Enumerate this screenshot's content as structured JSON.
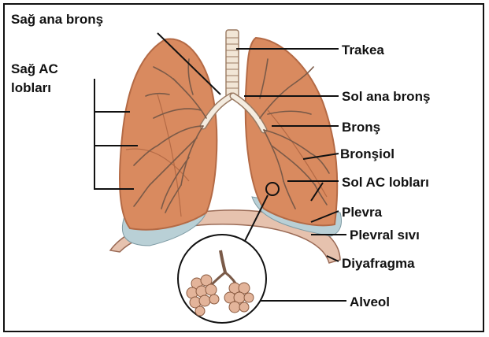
{
  "figure": {
    "labels": {
      "sag_ana_brons": "Sağ ana bronş",
      "sag_ac_line1": "Sağ AC",
      "sag_ac_line2": "lobları",
      "trakea": "Trakea",
      "sol_ana_brons": "Sol ana bronş",
      "brons": "Bronş",
      "bronsiol": "Bronşiol",
      "sol_ac_loblari": "Sol AC lobları",
      "plevra": "Plevra",
      "plevral_sivi": "Plevral sıvı",
      "diyafragma": "Diyafragma",
      "alveol": "Alveol"
    },
    "colors": {
      "lung_fill": "#d98a5f",
      "lung_edge": "#b46a45",
      "pleura": "#b9d0d6",
      "diaphragm": "#e6c2ae",
      "bronchi": "#f4ece0",
      "trachea": "#f2e6d6",
      "alveolus": "#e3b49a"
    }
  }
}
